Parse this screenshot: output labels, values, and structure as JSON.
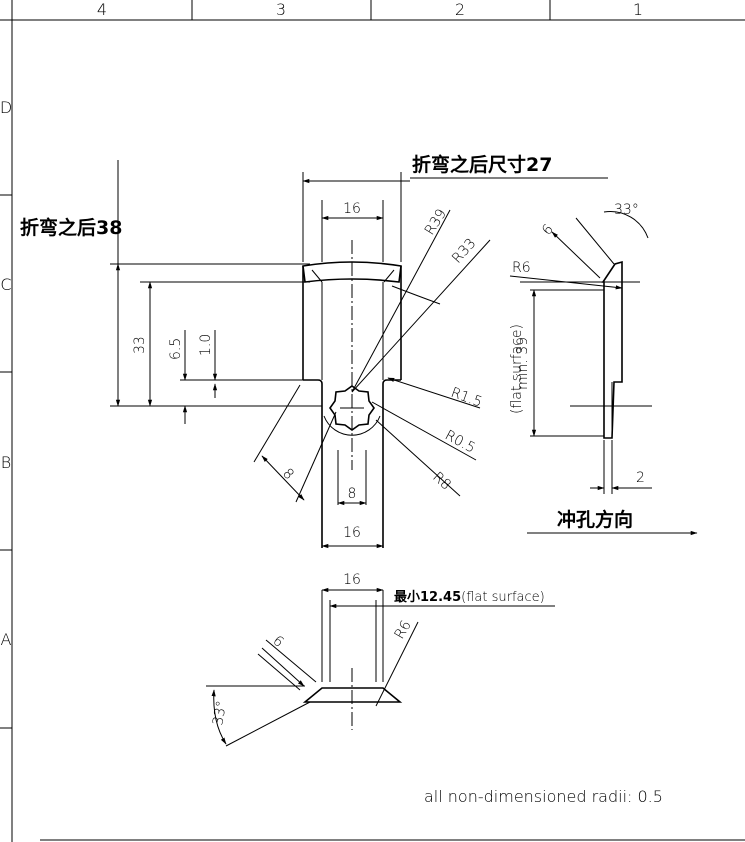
{
  "frame": {
    "columns": [
      "4",
      "3",
      "2",
      "1"
    ],
    "rows": [
      "D",
      "C",
      "B",
      "A"
    ]
  },
  "notes": {
    "after_bend_27": "折弯之后尺寸27",
    "after_bend_38": "折弯之后38",
    "punch_direction": "冲孔方向",
    "min_flat_prefix": "最小12.45",
    "min_flat_suffix": "(flat surface)",
    "general_radii": "all non-dimensioned radii: 0.5"
  },
  "front_view": {
    "width_top": "16",
    "r39": "R39",
    "r33": "R33",
    "h33": "33",
    "h6_5": "6.5",
    "h1_0": "1.0",
    "r1_5": "R1.5",
    "r0_5": "R0.5",
    "r8": "R8",
    "d8_diag": "8",
    "d8_center": "8",
    "width_bottom": "16"
  },
  "side_view": {
    "angle": "33°",
    "d6": "6",
    "r6": "R6",
    "min39": "min. 39",
    "flat": "(flat surface)",
    "thk": "2"
  },
  "bottom_view": {
    "w16": "16",
    "r6": "R6",
    "d6": "6",
    "angle": "33°"
  }
}
